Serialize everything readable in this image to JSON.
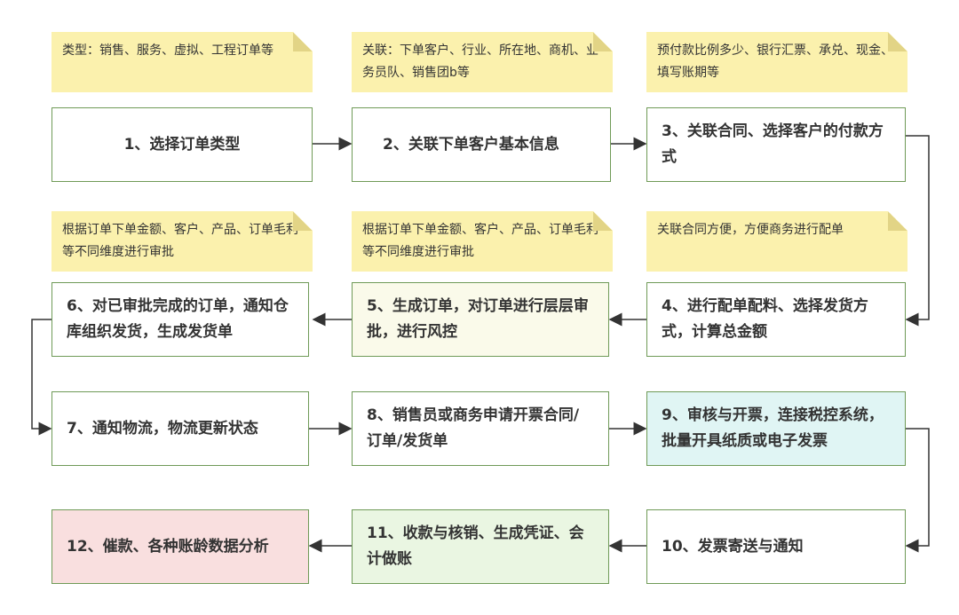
{
  "notes": [
    "类型：销售、服务、虚拟、工程订单等",
    "关联：下单客户、行业、所在地、商机、业务员队、销售团b等",
    "预付款比例多少、银行汇票、承兑、现金、填写账期等",
    "根据订单下单金额、客户、产品、订单毛利等不同维度进行审批",
    "根据订单下单金额、客户、产品、订单毛利等不同维度进行审批",
    "关联合同方便，方便商务进行配单"
  ],
  "steps": [
    "1、选择订单类型",
    "2、关联下单客户基本信息",
    "3、关联合同、选择客户的付款方式",
    "4、进行配单配料、选择发货方式，计算总金额",
    "5、生成订单，对订单进行层层审批，进行风控",
    "6、对已审批完成的订单，通知仓库组织发货，生成发货单",
    "7、通知物流，物流更新状态",
    "8、销售员或商务申请开票合同/订单/发货单",
    "9、审核与开票，连接税控系统，批量开具纸质或电子发票",
    "10、发票寄送与通知",
    "11、收款与核销、生成凭证、会计做账",
    "12、催款、各种账龄数据分析"
  ],
  "colors": {
    "note": "#fbf1ad",
    "border": "#6f9a57",
    "step5": "#fafaea",
    "step9": "#e0f5f4",
    "step11": "#eaf6e2",
    "step12": "#f9dfdf"
  }
}
